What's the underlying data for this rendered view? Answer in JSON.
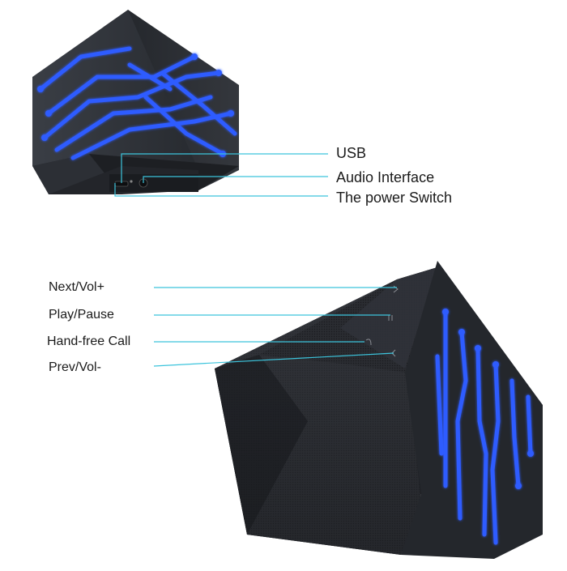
{
  "product_diagram": {
    "top_view": {
      "callouts": [
        {
          "label": "USB"
        },
        {
          "label": "Audio Interface"
        },
        {
          "label": "The power Switch"
        }
      ]
    },
    "bottom_view": {
      "callouts": [
        {
          "label": "Next/Vol+"
        },
        {
          "label": "Play/Pause"
        },
        {
          "label": "Hand-free Call"
        },
        {
          "label": "Prev/Vol-"
        }
      ]
    }
  },
  "colors": {
    "background": "#ffffff",
    "speaker_body": "#2a2d33",
    "speaker_dark": "#15171b",
    "led_glow": "#2f5bff",
    "callout_line": "#3cc4dc",
    "label_text": "#1a1a1a"
  }
}
